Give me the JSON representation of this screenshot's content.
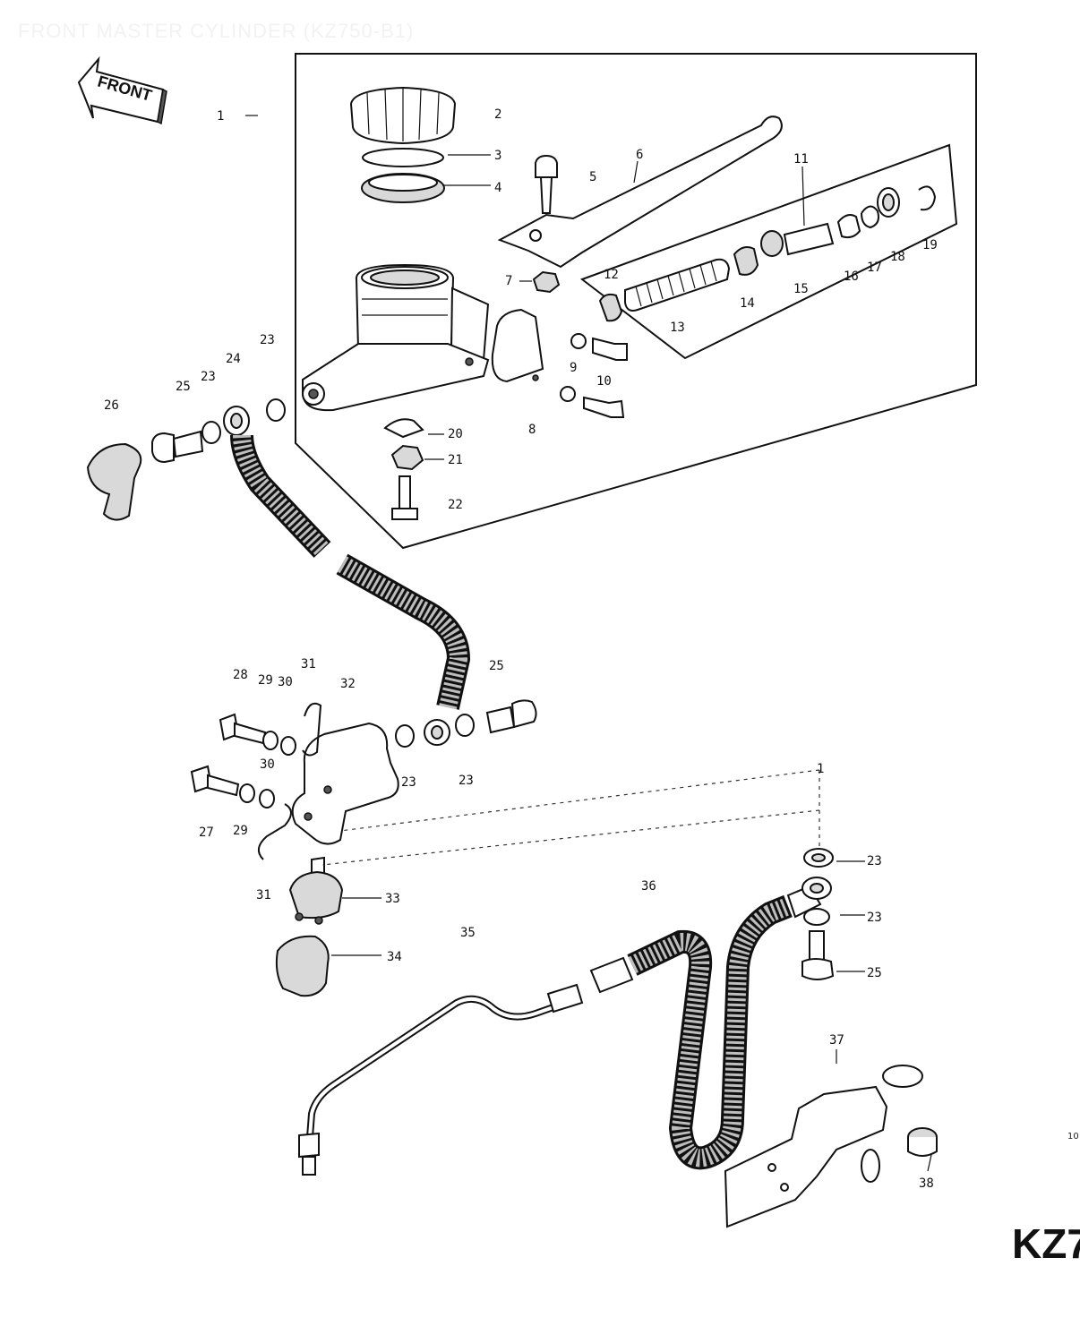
{
  "title": "FRONT MASTER CYLINDER (KZ750-B1)",
  "front_label": "FRONT",
  "corner_label": "KZ7",
  "page_ref": "10",
  "callouts": {
    "c1": "1",
    "c2": "2",
    "c3": "3",
    "c4": "4",
    "c5": "5",
    "c6": "6",
    "c7": "7",
    "c8": "8",
    "c9": "9",
    "c10": "10",
    "c11": "11",
    "c12": "12",
    "c13": "13",
    "c14": "14",
    "c15": "15",
    "c16": "16",
    "c17": "17",
    "c18": "18",
    "c19": "19",
    "c20": "20",
    "c21": "21",
    "c22": "22",
    "c23a": "23",
    "c23b": "23",
    "c23c": "23",
    "c23d": "23",
    "c23e": "23",
    "c23f": "23",
    "c24": "24",
    "c25a": "25",
    "c25b": "25",
    "c25c": "25",
    "c26": "26",
    "c27": "27",
    "c28": "28",
    "c29a": "29",
    "c29b": "29",
    "c30a": "30",
    "c30b": "30",
    "c31a": "31",
    "c31b": "31",
    "c32": "32",
    "c33": "33",
    "c34": "34",
    "c35": "35",
    "c36": "36",
    "c37": "37",
    "c38": "38",
    "c1b": "1"
  }
}
